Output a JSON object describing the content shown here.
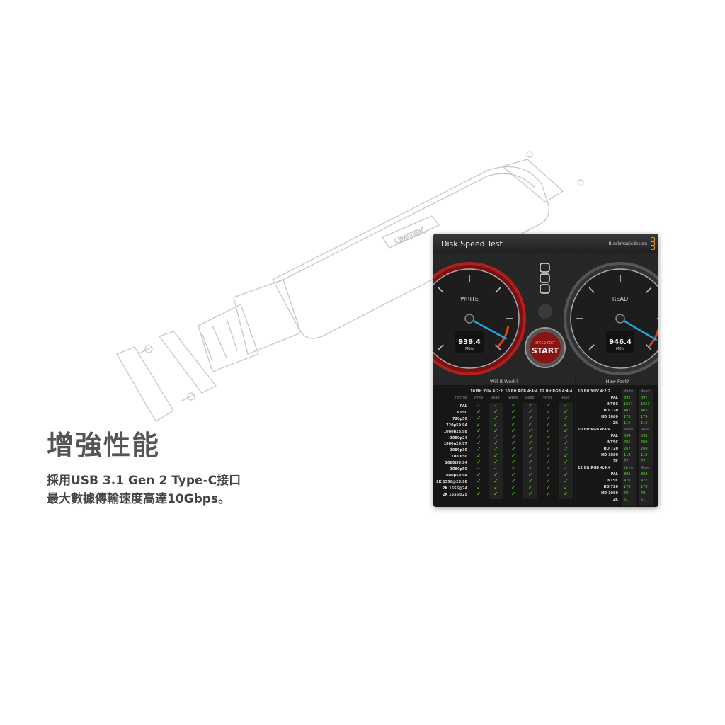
{
  "product": {
    "logo": "UNITEK"
  },
  "headline": "增強性能",
  "description": [
    "採用USB 3.1 Gen 2 Type-C接口",
    "最大數據傳輸速度高達10Gbps。"
  ],
  "app": {
    "title": "Disk Speed Test",
    "brand": "Blackmagicdesign",
    "write": {
      "label": "WRITE",
      "value": "939.4",
      "unit": "MB/s",
      "num": 939.4
    },
    "read": {
      "label": "READ",
      "value": "946.4",
      "unit": "MB/s",
      "num": 946.4
    },
    "start": {
      "top": "SPEED TEST",
      "label": "START"
    },
    "colors": {
      "needle": "#1ea8e8",
      "accent": "#e04020",
      "check": "#5ccf2a",
      "speed": "#4fe02a"
    }
  },
  "will_it_work": {
    "title": "Will it Work?",
    "groups": [
      "10 Bit YUV 4:2:2",
      "10 Bit RGB 4:4:4",
      "12 Bit RGB 4:4:4"
    ],
    "format_label": "Format",
    "write_label": "Write",
    "read_label": "Read",
    "formats": [
      "PAL",
      "NTSC",
      "720p50",
      "720p59.94",
      "1080p23.98",
      "1080p24",
      "1080p29.97",
      "1080p30",
      "1080i50",
      "1080i59.94",
      "1080p50",
      "1080p59.94",
      "2K 1556@23.98",
      "2K 1556@24",
      "2K 1556@25"
    ],
    "all_pass": true
  },
  "how_fast": {
    "title": "How Fast?",
    "write_label": "Write",
    "read_label": "Read",
    "groups": [
      {
        "name": "10 Bit YUV 4:2:2",
        "rows": [
          [
            "PAL",
            "892",
            "897"
          ],
          [
            "NTSC",
            "1057",
            "1063"
          ],
          [
            "HD 720",
            "401",
            "403"
          ],
          [
            "HD 1080",
            "178",
            "179"
          ],
          [
            "2K",
            "116",
            "116"
          ]
        ]
      },
      {
        "name": "10 Bit RGB 4:4:4",
        "rows": [
          [
            "PAL",
            "594",
            "598"
          ],
          [
            "NTSC",
            "705",
            "709"
          ],
          [
            "HD 720",
            "267",
            "269"
          ],
          [
            "HD 1080",
            "118",
            "119"
          ],
          [
            "2K",
            "77",
            "77"
          ]
        ]
      },
      {
        "name": "12 Bit RGB 4:4:4",
        "rows": [
          [
            "PAL",
            "396",
            "398"
          ],
          [
            "NTSC",
            "470",
            "472"
          ],
          [
            "HD 720",
            "178",
            "179"
          ],
          [
            "HD 1080",
            "79",
            "79"
          ],
          [
            "2K",
            "51",
            "51"
          ]
        ]
      }
    ]
  }
}
